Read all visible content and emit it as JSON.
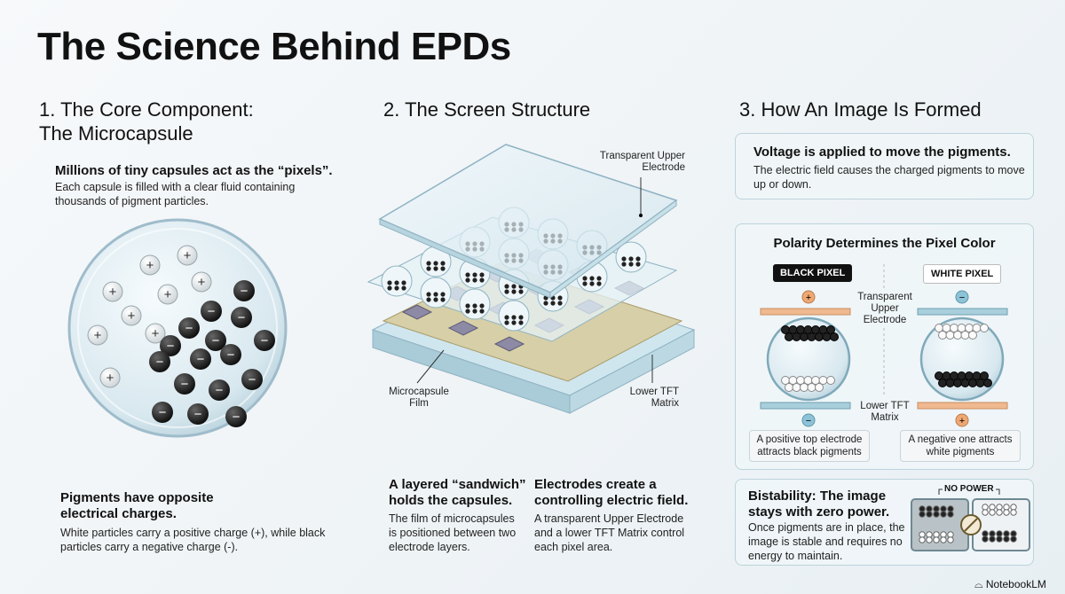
{
  "title": "The Science Behind EPDs",
  "section1": {
    "heading_line1": "1. The Core Component:",
    "heading_line2": "The Microcapsule",
    "subheading": "Millions of tiny capsules act as the “pixels”.",
    "body": "Each capsule is filled with a clear fluid containing thousands of pigment particles.",
    "charges_heading": "Pigments have opposite electrical charges.",
    "charges_body": "White particles carry a positive charge (+), while black particles carry a negative charge (-).",
    "plus_symbol": "+",
    "minus_symbol": "−"
  },
  "section2": {
    "heading": "2. The Screen Structure",
    "label_upper_electrode": "Transparent Upper Electrode",
    "label_microcapsule_film": "Microcapsule Film",
    "label_tft_matrix": "Lower TFT Matrix",
    "sandwich_heading": "A layered “sandwich” holds the capsules.",
    "sandwich_body": "The film of microcapsules is positioned between two electrode layers.",
    "electrodes_heading": "Electrodes create a controlling electric field.",
    "electrodes_body": "A transparent Upper Electrode and a lower TFT Matrix control each pixel area."
  },
  "section3": {
    "heading": "3. How An Image Is Formed",
    "voltage_heading": "Voltage is applied to move the pigments.",
    "voltage_body": "The electric field causes the charged pigments to move up or down.",
    "polarity_heading": "Polarity Determines the Pixel Color",
    "black_pixel_label": "BLACK PIXEL",
    "white_pixel_label": "WHITE PIXEL",
    "upper_label": "Transparent Upper Electrode",
    "lower_label": "Lower TFT Matrix",
    "black_caption": "A positive top electrode attracts black pigments",
    "white_caption": "A negative one attracts white pigments",
    "bistability_heading": "Bistability: The image stays with zero power.",
    "bistability_body": "Once pigments are in place, the image is stable and requires no energy to maintain.",
    "no_power_label": "NO POWER"
  },
  "footer": {
    "brand": "NotebookLM"
  },
  "colors": {
    "positive": "#f0a872",
    "negative": "#8cc3d6",
    "border": "#bcd3dc"
  }
}
